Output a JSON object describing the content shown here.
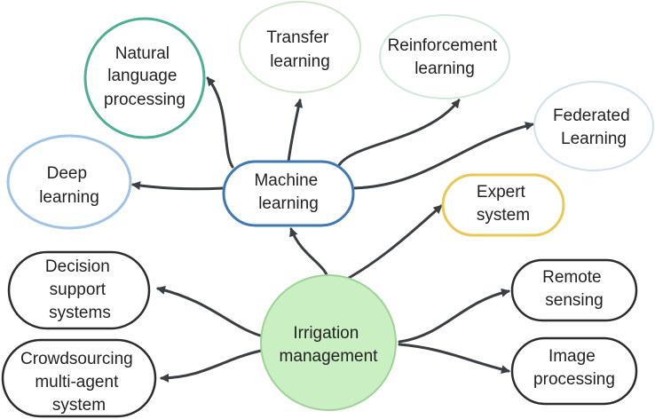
{
  "colors": {
    "root_fill": "#c9efc2",
    "root_stroke": "#9fd198",
    "ml_stroke": "#3f79b3",
    "nlp_stroke": "#4fae97",
    "transfer_stroke": "#cfe7c9",
    "rl_stroke": "#cfead8",
    "fl_stroke": "#cfe1ee",
    "deep_stroke": "#9fc3e6",
    "expert_stroke": "#e9c853",
    "dark_stroke": "#2c2c2c",
    "edge": "#3a3f44",
    "text": "#222222"
  },
  "nodes": {
    "irrigation": [
      "Irrigation",
      "management"
    ],
    "machine_learning": [
      "Machine",
      "learning"
    ],
    "nlp": [
      "Natural",
      "language",
      "processing"
    ],
    "transfer": [
      "Transfer",
      "learning"
    ],
    "reinforcement": [
      "Reinforcement",
      "learning"
    ],
    "federated": [
      "Federated",
      "Learning"
    ],
    "deep": [
      "Deep",
      "learning"
    ],
    "expert": [
      "Expert",
      "system"
    ],
    "decision": [
      "Decision",
      "support",
      "systems"
    ],
    "crowdsourcing": [
      "Crowdsourcing",
      "multi-agent",
      "system"
    ],
    "remote": [
      "Remote",
      "sensing"
    ],
    "image": [
      "Image",
      "processing"
    ]
  }
}
